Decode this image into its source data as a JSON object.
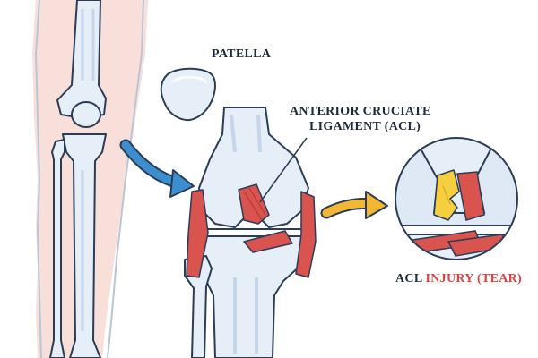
{
  "labels": {
    "patella": "PATELLA",
    "acl_line1": "ANTERIOR CRUCIATE",
    "acl_line2": "LIGAMENT (ACL)",
    "injury_prefix": "ACL",
    "injury_emphasis": "INJURY (TEAR)"
  },
  "colors": {
    "bone_fill": "#e6eef8",
    "bone_stroke": "#2b3d56",
    "skin": "#f8dcd6",
    "ligament": "#d9534f",
    "ligament_dark": "#b63a37",
    "tear_yellow": "#f6cf3f",
    "arrow_blue": "#3b8fd0",
    "arrow_yellow": "#f3b833",
    "injury_red": "#d8433f",
    "label_dark": "#1e2a3a"
  },
  "icons": {
    "leg": "leg-skeleton-icon",
    "blue_arrow": "curved-arrow-icon",
    "yellow_arrow": "curved-arrow-icon",
    "magnifier": "zoom-circle-icon"
  }
}
